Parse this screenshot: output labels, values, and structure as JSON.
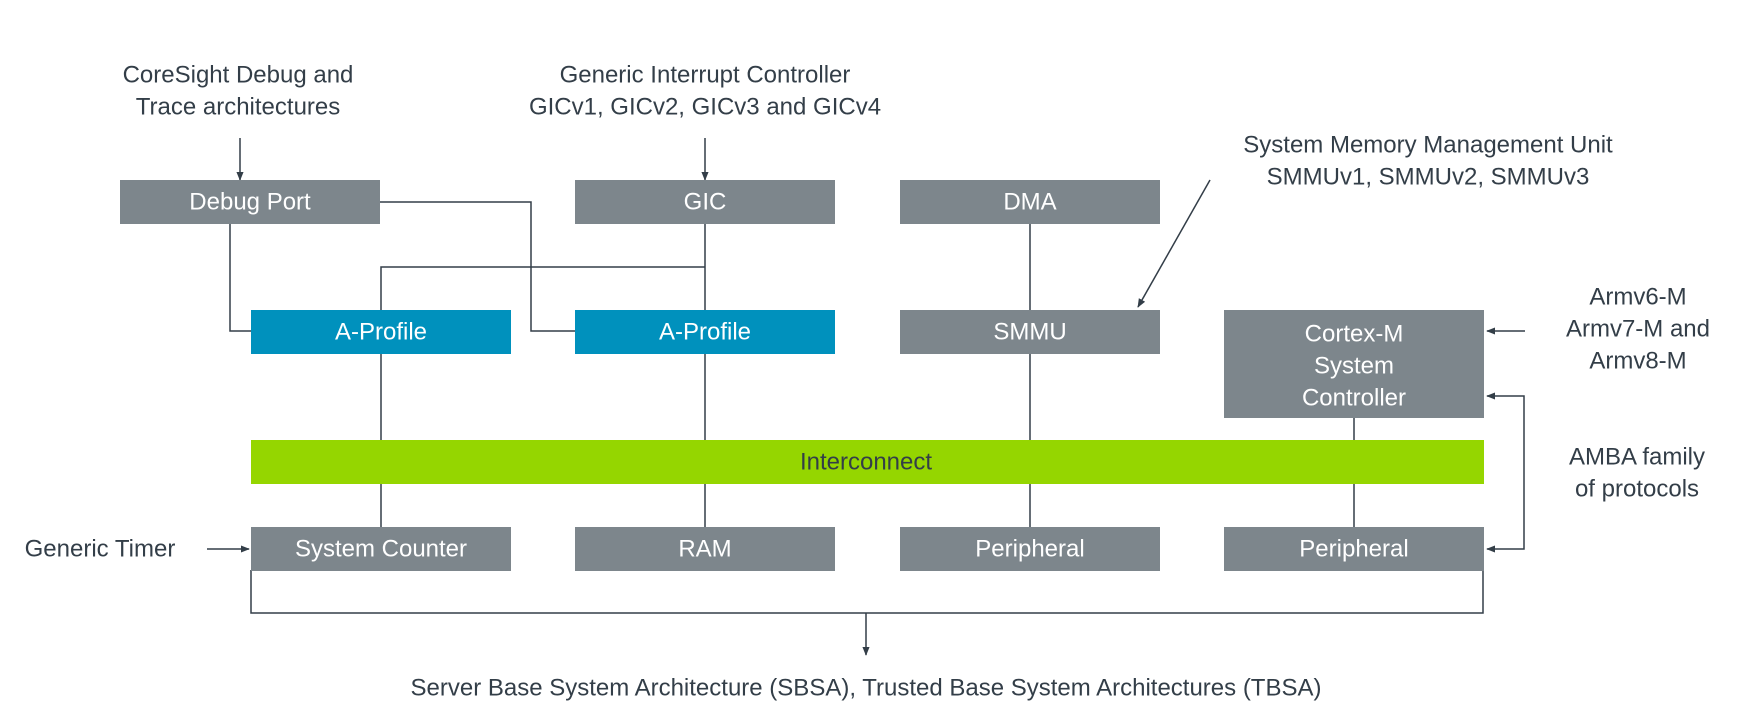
{
  "colors": {
    "gray_block": "#7d868c",
    "blue_block": "#0091bd",
    "green_bus": "#95d600",
    "text_dark": "#333e48",
    "text_light": "#ffffff",
    "line": "#333e48"
  },
  "blocks": {
    "debug_port": "Debug Port",
    "gic": "GIC",
    "dma": "DMA",
    "a_profile_1": "A-Profile",
    "a_profile_2": "A-Profile",
    "smmu": "SMMU",
    "cortex_m": [
      "Cortex-M",
      "System",
      "Controller"
    ],
    "interconnect": "Interconnect",
    "system_counter": "System Counter",
    "ram": "RAM",
    "peripheral_1": "Peripheral",
    "peripheral_2": "Peripheral"
  },
  "annotations": {
    "coresight": [
      "CoreSight Debug and",
      "Trace architectures"
    ],
    "gic_arch": [
      "Generic Interrupt Controller",
      "GICv1, GICv2, GICv3 and GICv4"
    ],
    "smmu_arch": [
      "System Memory Management Unit",
      "SMMUv1, SMMUv2, SMMUv3"
    ],
    "armv_m": [
      "Armv6-M",
      "Armv7-M and",
      "Armv8-M"
    ],
    "amba": [
      "AMBA family",
      "of protocols"
    ],
    "generic_timer": "Generic Timer",
    "sbsa": "Server Base System Architecture (SBSA), Trusted Base System Architectures (TBSA)"
  }
}
